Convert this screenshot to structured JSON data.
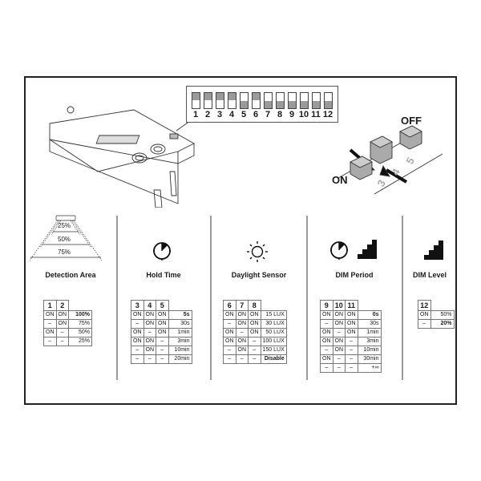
{
  "dip_switch_panel": {
    "numbers": [
      "1",
      "2",
      "3",
      "4",
      "5",
      "6",
      "7",
      "8",
      "9",
      "10",
      "11",
      "12"
    ],
    "positions": [
      "up",
      "up",
      "up",
      "up",
      "down",
      "up",
      "down",
      "down",
      "down",
      "down",
      "down",
      "down"
    ]
  },
  "switch_detail": {
    "off_label": "OFF",
    "on_label": "ON",
    "switch_numbers": [
      "3",
      "4",
      "5"
    ]
  },
  "sections": {
    "detection_area": {
      "title": "Detection Area",
      "icon": "detection-cone-icon",
      "ranges": [
        "25%",
        "50%",
        "75%"
      ],
      "table": {
        "headers": [
          "1",
          "2"
        ],
        "rows": [
          [
            "ON",
            "ON",
            "100%"
          ],
          [
            "–",
            "ON",
            "75%"
          ],
          [
            "ON",
            "–",
            "50%"
          ],
          [
            "–",
            "–",
            "25%"
          ]
        ]
      }
    },
    "hold_time": {
      "title": "Hold Time",
      "icon": "stopwatch-icon",
      "table": {
        "headers": [
          "3",
          "4",
          "5"
        ],
        "rows": [
          [
            "ON",
            "ON",
            "ON",
            "5s"
          ],
          [
            "–",
            "ON",
            "ON",
            "30s"
          ],
          [
            "ON",
            "–",
            "ON",
            "1min"
          ],
          [
            "ON",
            "ON",
            "–",
            "3min"
          ],
          [
            "–",
            "ON",
            "–",
            "10min"
          ],
          [
            "–",
            "–",
            "–",
            "20min"
          ]
        ]
      }
    },
    "daylight_sensor": {
      "title": "Daylight Sensor",
      "icon": "sun-icon",
      "table": {
        "headers": [
          "6",
          "7",
          "8"
        ],
        "rows": [
          [
            "ON",
            "ON",
            "ON",
            "15 LUX"
          ],
          [
            "–",
            "ON",
            "ON",
            "30 LUX"
          ],
          [
            "ON",
            "–",
            "ON",
            "50 LUX"
          ],
          [
            "ON",
            "ON",
            "–",
            "100 LUX"
          ],
          [
            "–",
            "ON",
            "–",
            "150 LUX"
          ],
          [
            "–",
            "–",
            "–",
            "Disable"
          ]
        ]
      }
    },
    "dim_period": {
      "title": "DIM Period",
      "icon": "stopwatch-stairs-icon",
      "table": {
        "headers": [
          "9",
          "10",
          "11"
        ],
        "rows": [
          [
            "ON",
            "ON",
            "ON",
            "0s"
          ],
          [
            "–",
            "ON",
            "ON",
            "30s"
          ],
          [
            "ON",
            "–",
            "ON",
            "1min"
          ],
          [
            "ON",
            "ON",
            "–",
            "3min"
          ],
          [
            "–",
            "ON",
            "–",
            "10min"
          ],
          [
            "ON",
            "–",
            "–",
            "30min"
          ],
          [
            "–",
            "–",
            "–",
            "+∞"
          ]
        ]
      }
    },
    "dim_level": {
      "title": "DIM Level",
      "icon": "stairs-icon",
      "table": {
        "headers": [
          "12"
        ],
        "rows": [
          [
            "ON",
            "50%"
          ],
          [
            "–",
            "20%"
          ]
        ]
      }
    }
  }
}
